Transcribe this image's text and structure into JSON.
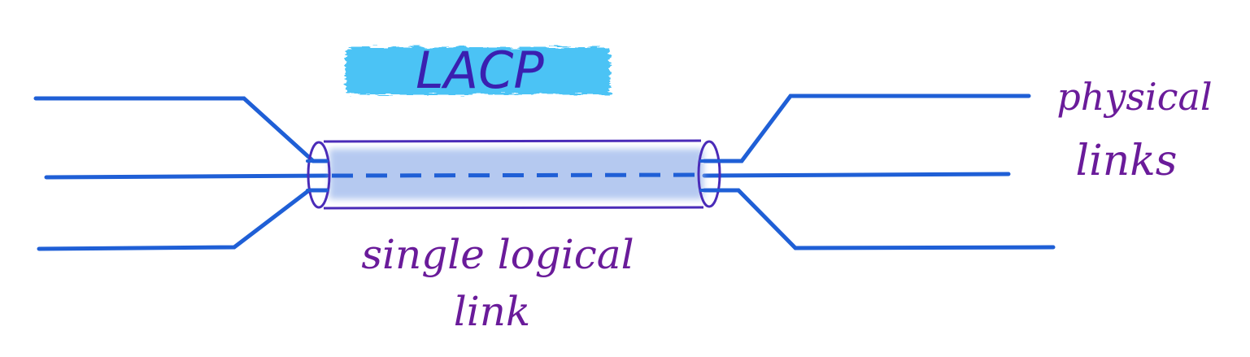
{
  "title": "LACP",
  "labels": {
    "physical_line1": "physical",
    "physical_line2": "links",
    "logical_line1": "single logical",
    "logical_line2": "link"
  },
  "colors": {
    "physical_link": "#1f5fd6",
    "bundle_outline": "#4a2bb8",
    "bundle_fill": "#9db8ec",
    "dashed_logical": "#1f5fd6",
    "title_highlight": "#4cc3f5",
    "title_text": "#3a1fb0",
    "handwriting": "#6a1b9a",
    "background": "#ffffff"
  }
}
